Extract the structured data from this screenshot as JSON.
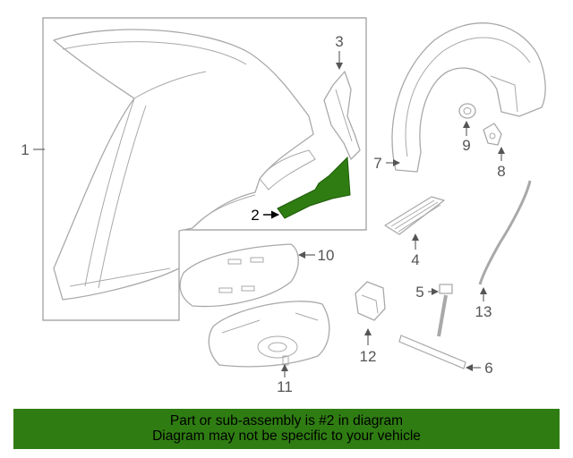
{
  "callouts": {
    "c1": "1",
    "c2": "2",
    "c3": "3",
    "c4": "4",
    "c5": "5",
    "c6": "6",
    "c7": "7",
    "c8": "8",
    "c9": "9",
    "c10": "10",
    "c11": "11",
    "c12": "12",
    "c13": "13"
  },
  "highlight_color": "#2f7d12",
  "banner": {
    "line1": "Part or sub-assembly is #2 in diagram",
    "line2": "Diagram may not be specific to your vehicle"
  }
}
